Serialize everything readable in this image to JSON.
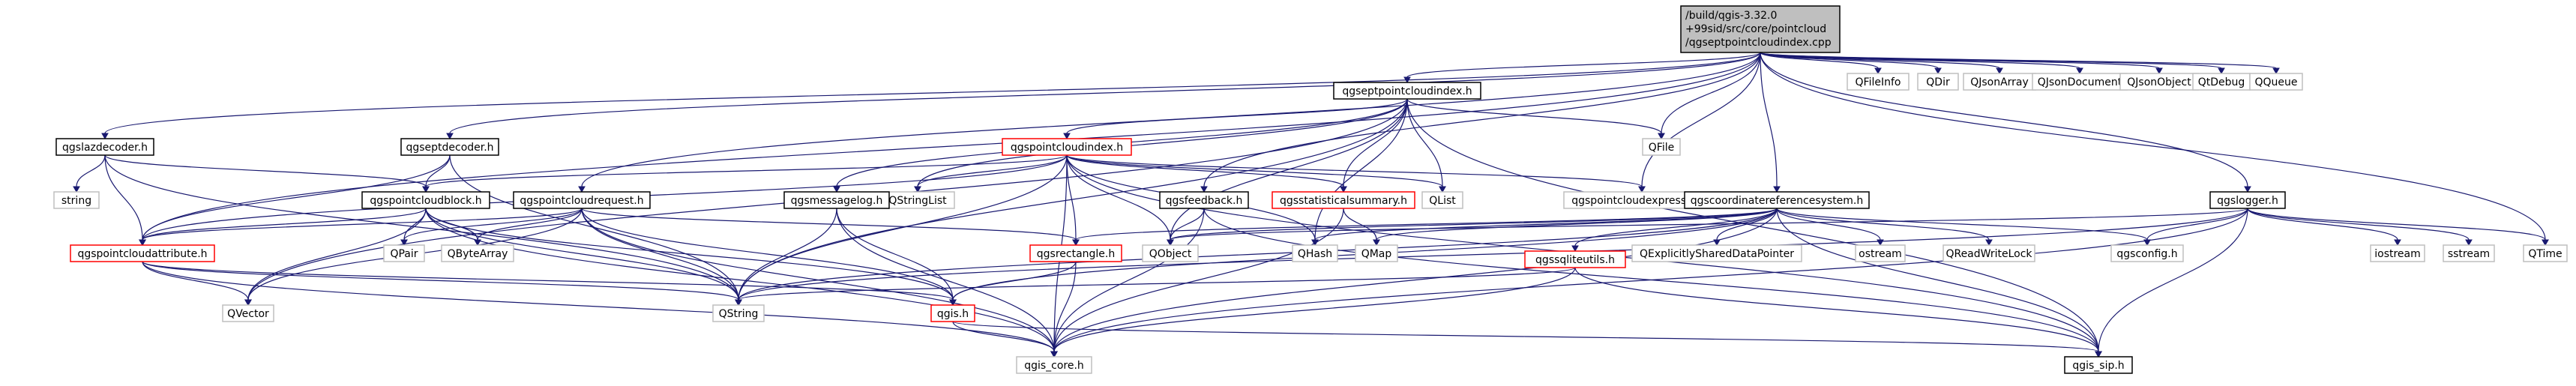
{
  "graph": {
    "root_label": [
      "/build/qgis-3.32.0",
      "+99sid/src/core/pointcloud",
      "/qgseptpointcloudindex.cpp"
    ],
    "nodes": {
      "root": {
        "label": "",
        "style": "root"
      },
      "QFileInfo": {
        "label": "QFileInfo",
        "style": "plain"
      },
      "QDir": {
        "label": "QDir",
        "style": "plain"
      },
      "QJsonArray": {
        "label": "QJsonArray",
        "style": "plain"
      },
      "QJsonDocument": {
        "label": "QJsonDocument",
        "style": "plain"
      },
      "QJsonObject": {
        "label": "QJsonObject",
        "style": "plain"
      },
      "QtDebug": {
        "label": "QtDebug",
        "style": "plain"
      },
      "QQueue": {
        "label": "QQueue",
        "style": "plain"
      },
      "qgseptpointcloudindex_h": {
        "label": "qgseptpointcloudindex.h",
        "style": "linked"
      },
      "qgslazdecoder_h": {
        "label": "qgslazdecoder.h",
        "style": "linked"
      },
      "qgseptdecoder_h": {
        "label": "qgseptdecoder.h",
        "style": "linked"
      },
      "string": {
        "label": "string",
        "style": "plain"
      },
      "qgspointcloudindex_h": {
        "label": "qgspointcloudindex.h",
        "style": "red"
      },
      "QFile": {
        "label": "QFile",
        "style": "plain"
      },
      "QStringList": {
        "label": "QStringList",
        "style": "plain"
      },
      "QList": {
        "label": "QList",
        "style": "plain"
      },
      "qgspointcloudexpression_h": {
        "label": "qgspointcloudexpression.h",
        "style": "plain"
      },
      "qgspointcloudblock_h": {
        "label": "qgspointcloudblock.h",
        "style": "linked"
      },
      "qgspointcloudrequest_h": {
        "label": "qgspointcloudrequest.h",
        "style": "linked"
      },
      "qgsmessagelog_h": {
        "label": "qgsmessagelog.h",
        "style": "linked"
      },
      "qgsfeedback_h": {
        "label": "qgsfeedback.h",
        "style": "linked"
      },
      "qgsstatisticalsummary_h": {
        "label": "qgsstatisticalsummary.h",
        "style": "red"
      },
      "qgscoordinatereferencesystem_h": {
        "label": "qgscoordinatereferencesystem.h",
        "style": "linked"
      },
      "qgslogger_h": {
        "label": "qgslogger.h",
        "style": "linked"
      },
      "qgspointcloudattribute_h": {
        "label": "qgspointcloudattribute.h",
        "style": "red"
      },
      "QPair": {
        "label": "QPair",
        "style": "plain"
      },
      "QByteArray": {
        "label": "QByteArray",
        "style": "plain"
      },
      "QObject": {
        "label": "QObject",
        "style": "plain"
      },
      "QHash": {
        "label": "QHash",
        "style": "plain"
      },
      "QMap": {
        "label": "QMap",
        "style": "plain"
      },
      "qgsrectangle_h": {
        "label": "qgsrectangle.h",
        "style": "red"
      },
      "QExplicitlySharedDataPointer": {
        "label": "QExplicitlySharedDataPointer",
        "style": "plain"
      },
      "ostream": {
        "label": "ostream",
        "style": "plain"
      },
      "QReadWriteLock": {
        "label": "QReadWriteLock",
        "style": "plain"
      },
      "qgsconfig_h": {
        "label": "qgsconfig.h",
        "style": "plain"
      },
      "iostream": {
        "label": "iostream",
        "style": "plain"
      },
      "sstream": {
        "label": "sstream",
        "style": "plain"
      },
      "QTime": {
        "label": "QTime",
        "style": "plain"
      },
      "qgssqliteutils_h": {
        "label": "qgssqliteutils.h",
        "style": "red"
      },
      "QVector": {
        "label": "QVector",
        "style": "plain"
      },
      "QString": {
        "label": "QString",
        "style": "plain"
      },
      "qgis_h": {
        "label": "qgis.h",
        "style": "red"
      },
      "qgis_core_h": {
        "label": "qgis_core.h",
        "style": "plain"
      },
      "qgis_sip_h": {
        "label": "qgis_sip.h",
        "style": "linked"
      }
    },
    "edges": [
      [
        "root",
        "QFileInfo"
      ],
      [
        "root",
        "QDir"
      ],
      [
        "root",
        "QJsonArray"
      ],
      [
        "root",
        "QJsonDocument"
      ],
      [
        "root",
        "QJsonObject"
      ],
      [
        "root",
        "QtDebug"
      ],
      [
        "root",
        "QQueue"
      ],
      [
        "root",
        "QTime"
      ],
      [
        "root",
        "qgseptpointcloudindex_h"
      ],
      [
        "root",
        "qgslazdecoder_h"
      ],
      [
        "root",
        "qgseptdecoder_h"
      ],
      [
        "root",
        "QFile"
      ],
      [
        "root",
        "qgspointcloudexpression_h"
      ],
      [
        "root",
        "qgspointcloudrequest_h"
      ],
      [
        "root",
        "qgspointcloudattribute_h"
      ],
      [
        "root",
        "qgsfeedback_h"
      ],
      [
        "root",
        "qgscoordinatereferencesystem_h"
      ],
      [
        "root",
        "qgslogger_h"
      ],
      [
        "qgseptpointcloudindex_h",
        "qgspointcloudindex_h"
      ],
      [
        "qgseptpointcloudindex_h",
        "QFile"
      ],
      [
        "qgseptpointcloudindex_h",
        "QStringList"
      ],
      [
        "qgseptpointcloudindex_h",
        "QList"
      ],
      [
        "qgseptpointcloudindex_h",
        "qgsstatisticalsummary_h"
      ],
      [
        "qgseptpointcloudindex_h",
        "QObject"
      ],
      [
        "qgseptpointcloudindex_h",
        "QHash"
      ],
      [
        "qgseptpointcloudindex_h",
        "QVector"
      ],
      [
        "qgseptpointcloudindex_h",
        "QString"
      ],
      [
        "qgseptpointcloudindex_h",
        "qgis_sip_h"
      ],
      [
        "qgseptpointcloudindex_h",
        "qgsmessagelog_h"
      ],
      [
        "qgslazdecoder_h",
        "string"
      ],
      [
        "qgslazdecoder_h",
        "qgspointcloudattribute_h"
      ],
      [
        "qgslazdecoder_h",
        "qgspointcloudblock_h"
      ],
      [
        "qgslazdecoder_h",
        "QString"
      ],
      [
        "qgseptdecoder_h",
        "qgspointcloudblock_h"
      ],
      [
        "qgseptdecoder_h",
        "qgspointcloudattribute_h"
      ],
      [
        "qgseptdecoder_h",
        "QString"
      ],
      [
        "qgspointcloudindex_h",
        "qgspointcloudblock_h"
      ],
      [
        "qgspointcloudindex_h",
        "qgspointcloudattribute_h"
      ],
      [
        "qgspointcloudindex_h",
        "QStringList"
      ],
      [
        "qgspointcloudindex_h",
        "QList"
      ],
      [
        "qgspointcloudindex_h",
        "qgspointcloudexpression_h"
      ],
      [
        "qgspointcloudindex_h",
        "qgsstatisticalsummary_h"
      ],
      [
        "qgspointcloudindex_h",
        "QObject"
      ],
      [
        "qgspointcloudindex_h",
        "QHash"
      ],
      [
        "qgspointcloudindex_h",
        "QString"
      ],
      [
        "qgspointcloudindex_h",
        "qgis_core_h"
      ],
      [
        "qgspointcloudindex_h",
        "qgsrectangle_h"
      ],
      [
        "qgspointcloudindex_h",
        "qgis_sip_h"
      ],
      [
        "qgspointcloudblock_h",
        "qgspointcloudattribute_h"
      ],
      [
        "qgspointcloudblock_h",
        "QPair"
      ],
      [
        "qgspointcloudblock_h",
        "QByteArray"
      ],
      [
        "qgspointcloudblock_h",
        "QVector"
      ],
      [
        "qgspointcloudblock_h",
        "QString"
      ],
      [
        "qgspointcloudblock_h",
        "qgis_core_h"
      ],
      [
        "qgspointcloudblock_h",
        "qgis_h"
      ],
      [
        "qgspointcloudrequest_h",
        "qgspointcloudattribute_h"
      ],
      [
        "qgspointcloudrequest_h",
        "QPair"
      ],
      [
        "qgspointcloudrequest_h",
        "QByteArray"
      ],
      [
        "qgspointcloudrequest_h",
        "QVector"
      ],
      [
        "qgspointcloudrequest_h",
        "QString"
      ],
      [
        "qgspointcloudrequest_h",
        "qgis_core_h"
      ],
      [
        "qgspointcloudrequest_h",
        "qgis_h"
      ],
      [
        "qgspointcloudrequest_h",
        "qgsrectangle_h"
      ],
      [
        "qgsmessagelog_h",
        "QString"
      ],
      [
        "qgsmessagelog_h",
        "qgis_h"
      ],
      [
        "qgsmessagelog_h",
        "qgis_core_h"
      ],
      [
        "qgsfeedback_h",
        "QObject"
      ],
      [
        "qgsfeedback_h",
        "qgis_core_h"
      ],
      [
        "qgsfeedback_h",
        "qgis_sip_h"
      ],
      [
        "qgsstatisticalsummary_h",
        "QMap"
      ],
      [
        "qgsstatisticalsummary_h",
        "qgis_core_h"
      ],
      [
        "qgscoordinatereferencesystem_h",
        "QObject"
      ],
      [
        "qgscoordinatereferencesystem_h",
        "QHash"
      ],
      [
        "qgscoordinatereferencesystem_h",
        "QMap"
      ],
      [
        "qgscoordinatereferencesystem_h",
        "qgsrectangle_h"
      ],
      [
        "qgscoordinatereferencesystem_h",
        "QExplicitlySharedDataPointer"
      ],
      [
        "qgscoordinatereferencesystem_h",
        "ostream"
      ],
      [
        "qgscoordinatereferencesystem_h",
        "QReadWriteLock"
      ],
      [
        "qgscoordinatereferencesystem_h",
        "qgsconfig_h"
      ],
      [
        "qgscoordinatereferencesystem_h",
        "qgssqliteutils_h"
      ],
      [
        "qgscoordinatereferencesystem_h",
        "QString"
      ],
      [
        "qgscoordinatereferencesystem_h",
        "qgis_h"
      ],
      [
        "qgscoordinatereferencesystem_h",
        "qgis_core_h"
      ],
      [
        "qgscoordinatereferencesystem_h",
        "qgis_sip_h"
      ],
      [
        "qgslogger_h",
        "qgsconfig_h"
      ],
      [
        "qgslogger_h",
        "iostream"
      ],
      [
        "qgslogger_h",
        "sstream"
      ],
      [
        "qgslogger_h",
        "QTime"
      ],
      [
        "qgslogger_h",
        "QString"
      ],
      [
        "qgslogger_h",
        "QObject"
      ],
      [
        "qgslogger_h",
        "qgis_core_h"
      ],
      [
        "qgslogger_h",
        "qgis_sip_h"
      ],
      [
        "qgspointcloudattribute_h",
        "QVector"
      ],
      [
        "qgspointcloudattribute_h",
        "QString"
      ],
      [
        "qgspointcloudattribute_h",
        "qgis_core_h"
      ],
      [
        "qgspointcloudattribute_h",
        "qgis_h"
      ],
      [
        "qgsrectangle_h",
        "qgis_h"
      ],
      [
        "qgsrectangle_h",
        "qgis_core_h"
      ],
      [
        "qgssqliteutils_h",
        "QString"
      ],
      [
        "qgssqliteutils_h",
        "qgis_core_h"
      ],
      [
        "qgssqliteutils_h",
        "qgis_sip_h"
      ],
      [
        "qgis_h",
        "qgis_core_h"
      ],
      [
        "qgis_h",
        "qgis_sip_h"
      ]
    ]
  },
  "colors": {
    "edge": "#191970",
    "root_fill": "#bfbfbf",
    "root_border": "#000000",
    "linked_border": "#000000",
    "red_border": "#ff0000",
    "plain_border": "#bfbfbf",
    "text": "#000000"
  }
}
